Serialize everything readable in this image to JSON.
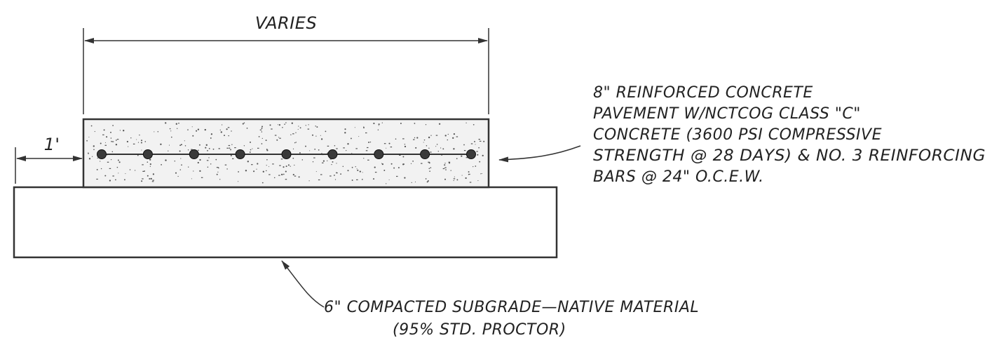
{
  "dimension_width": "VARIES",
  "dimension_offset": "1'",
  "pavement_callout": [
    "8\" REINFORCED CONCRETE",
    "PAVEMENT W/NCTCOG CLASS \"C\"",
    "CONCRETE (3600 PSI COMPRESSIVE",
    "STRENGTH @ 28 DAYS) & NO. 3 REINFORCING",
    "BARS @ 24\" O.C.E.W."
  ],
  "subgrade_callout": [
    "6\" COMPACTED SUBGRADE—NATIVE MATERIAL",
    "(95% STD. PROCTOR)"
  ],
  "rebar_count": 9,
  "colors": {
    "line": "#333333",
    "concrete_fill": "#f2f2f2",
    "stipple": "#555555",
    "rebar": "#3a3a3a"
  }
}
